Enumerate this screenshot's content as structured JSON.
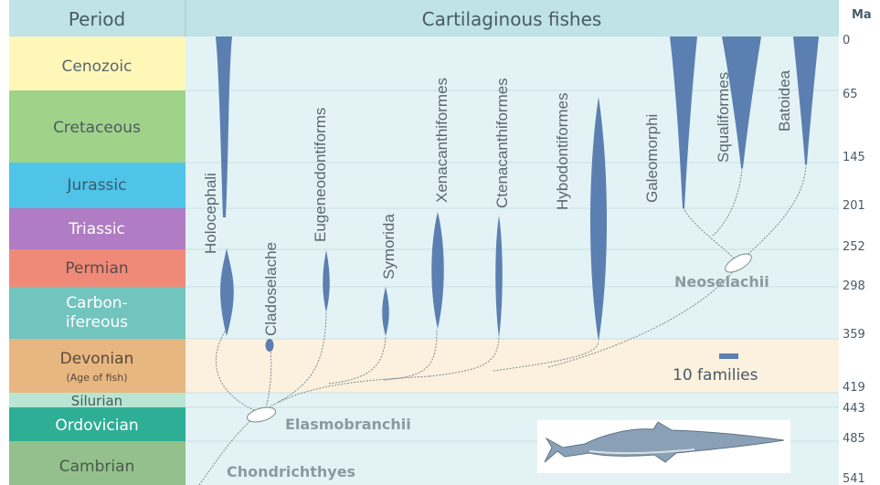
{
  "header": {
    "period_label": "Period",
    "group_label": "Cartilaginous fishes",
    "ma_label": "Ma"
  },
  "periods": [
    {
      "name": "Cenozoic",
      "color": "#fff7b8"
    },
    {
      "name": "Cretaceous",
      "color": "#9fd38a"
    },
    {
      "name": "Jurassic",
      "color": "#4fc3e8"
    },
    {
      "name": "Triassic",
      "color": "#b07cc3"
    },
    {
      "name": "Permian",
      "color": "#f08a78"
    },
    {
      "name": "Carbon-",
      "name2": "ifereous",
      "color": "#72c4be"
    },
    {
      "name": "Devonian",
      "name2": "(Age of fish)",
      "color": "#e7b681"
    },
    {
      "name": "Silurian",
      "color": "#b8e6d3"
    },
    {
      "name": "Ordovician",
      "color": "#2fae96"
    },
    {
      "name": "Cambrian",
      "color": "#93c08c"
    }
  ],
  "ma_ticks": [
    "0",
    "65",
    "145",
    "201",
    "252",
    "298",
    "359",
    "419",
    "443",
    "485",
    "541"
  ],
  "clades": [
    {
      "name": "Holocephali"
    },
    {
      "name": "Cladoselache"
    },
    {
      "name": "Eugeneodontiforms"
    },
    {
      "name": "Symorida"
    },
    {
      "name": "Xenacanthiformes"
    },
    {
      "name": "Ctenacanthiformes"
    },
    {
      "name": "Hybodontiformes"
    },
    {
      "name": "Galeomorphi"
    },
    {
      "name": "Squaliformes"
    },
    {
      "name": "Batoidea"
    }
  ],
  "node_labels": {
    "chondrichthyes": "Chondrichthyes",
    "elasmobranchii": "Elasmobranchii",
    "neoselachii": "Neoselachii"
  },
  "legend": {
    "scale_label": "10 families"
  },
  "colors": {
    "spindle": "#5b7fb0",
    "background": "#e3f3f5",
    "header": "#bfe3e6"
  }
}
